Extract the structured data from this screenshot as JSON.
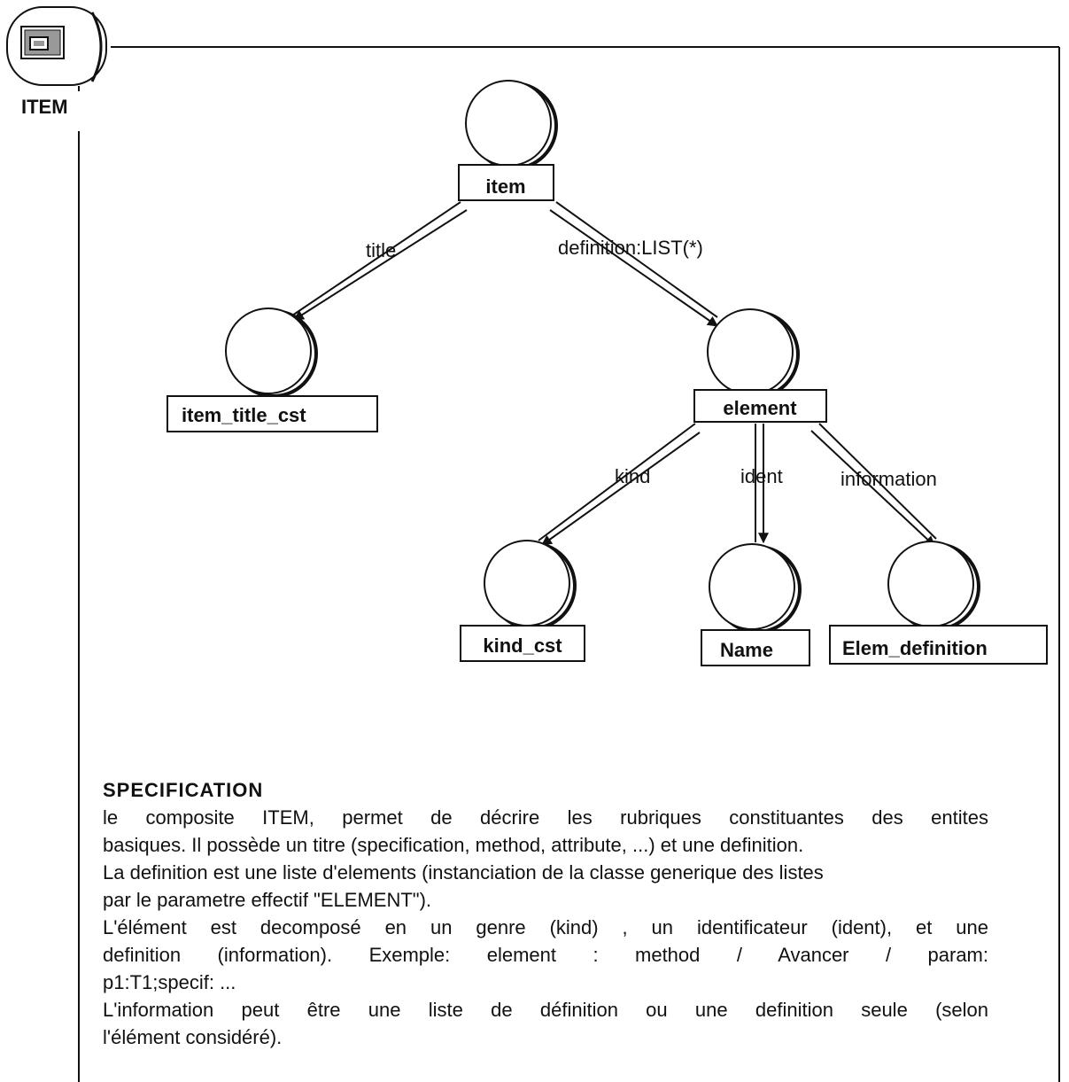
{
  "icon": {
    "label": "ITEM",
    "name": "window-icon"
  },
  "nodes": {
    "item": "item",
    "item_title_cst": "item_title_cst",
    "element": "element",
    "kind_cst": "kind_cst",
    "name": "Name",
    "elem_definition": "Elem_definition"
  },
  "edges": {
    "title": "title",
    "definition": "definition:LIST(*)",
    "kind": "kind",
    "ident": "ident",
    "information": "information"
  },
  "specification": {
    "heading": "SPECIFICATION",
    "lines": [
      "le composite ITEM, permet de décrire les rubriques constituantes des entites",
      "basiques. Il possède un titre (specification, method, attribute, ...) et une definition.",
      "La definition est une liste d'elements (instanciation de la classe generique des listes",
      "par le parametre effectif \"ELEMENT\").",
      "L'élément est decomposé en un genre (kind) , un identificateur (ident), et une",
      "definition (information). Exemple: element : method / Avancer / param:",
      "p1:T1;specif: ...",
      "L'information peut être une liste de définition ou une definition seule (selon",
      "l'élément considéré)."
    ]
  }
}
